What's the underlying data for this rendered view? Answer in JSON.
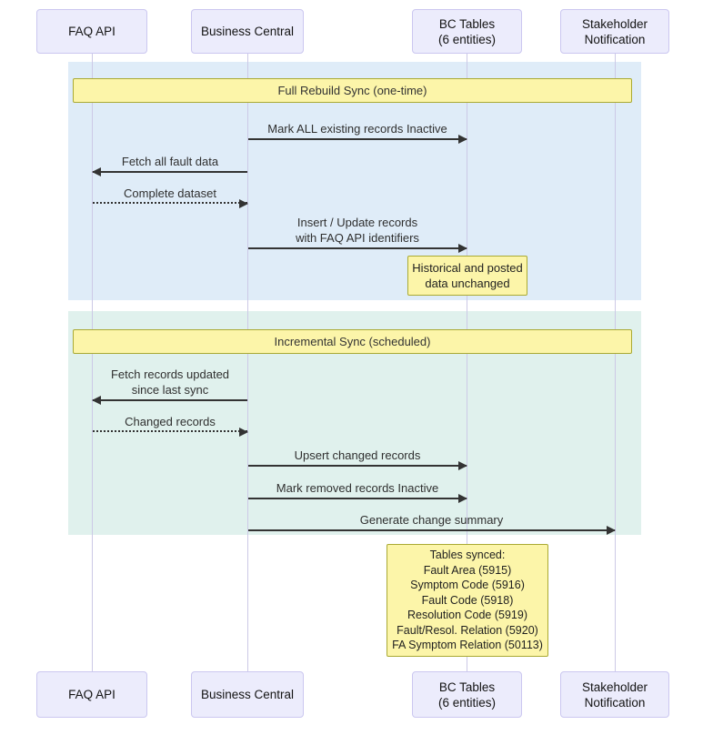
{
  "diagram_type": "sequence",
  "colors": {
    "participant_fill": "#ECECFC",
    "participant_border": "#CBC7F0",
    "section_full_rebuild_bg": "#DFECF8",
    "section_incremental_bg": "#E0F1ED",
    "note_fill": "#FCF5A9",
    "note_border": "#AAAA33",
    "lifeline": "#CCC9E6",
    "arrow": "#333333"
  },
  "participants": [
    {
      "label": "FAQ API"
    },
    {
      "label": "Business Central"
    },
    {
      "label": "BC Tables\n(6 entities)"
    },
    {
      "label": "Stakeholder\nNotification"
    }
  ],
  "sections": [
    {
      "title": "Full Rebuild Sync (one-time)"
    },
    {
      "title": "Incremental Sync (scheduled)"
    }
  ],
  "messages": [
    {
      "text": "Mark ALL existing records Inactive",
      "from": "Business Central",
      "to": "BC Tables (6 entities)",
      "style": "solid"
    },
    {
      "text": "Fetch all fault data",
      "from": "Business Central",
      "to": "FAQ API",
      "style": "solid"
    },
    {
      "text": "Complete dataset",
      "from": "FAQ API",
      "to": "Business Central",
      "style": "dashed"
    },
    {
      "text": "Insert / Update records\nwith FAQ API identifiers",
      "from": "Business Central",
      "to": "BC Tables (6 entities)",
      "style": "solid"
    },
    {
      "text": "Fetch records updated\nsince last sync",
      "from": "Business Central",
      "to": "FAQ API",
      "style": "solid"
    },
    {
      "text": "Changed records",
      "from": "FAQ API",
      "to": "Business Central",
      "style": "dashed"
    },
    {
      "text": "Upsert changed records",
      "from": "Business Central",
      "to": "BC Tables (6 entities)",
      "style": "solid"
    },
    {
      "text": "Mark removed records Inactive",
      "from": "Business Central",
      "to": "BC Tables (6 entities)",
      "style": "solid"
    },
    {
      "text": "Generate change summary",
      "from": "Business Central",
      "to": "Stakeholder Notification",
      "style": "solid"
    }
  ],
  "notes": [
    {
      "over": "BC Tables (6 entities)",
      "text": "Historical and posted\ndata unchanged"
    },
    {
      "over": "BC Tables (6 entities)",
      "text": "Tables synced:\nFault Area (5915)\nSymptom Code (5916)\nFault Code (5918)\nResolution Code (5919)\nFault/Resol. Relation (5920)\nFA Symptom Relation (50113)"
    }
  ]
}
